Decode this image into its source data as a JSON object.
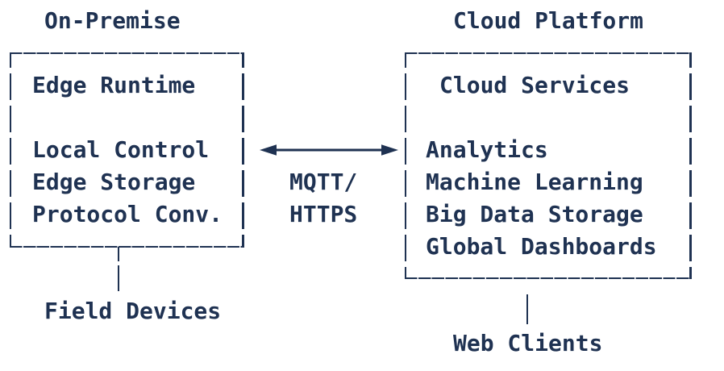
{
  "canvas": {
    "background_color": "#ffffff",
    "ink_color": "#1f3252"
  },
  "on_premise": {
    "title": "On-Premise",
    "box": {
      "heading": "Edge Runtime",
      "items": [
        "Local Control",
        "Edge Storage",
        "Protocol Conv."
      ]
    },
    "attached_label": "Field Devices"
  },
  "cloud_platform": {
    "title": "Cloud Platform",
    "box": {
      "heading": "Cloud Services",
      "items": [
        "Analytics",
        "Machine Learning",
        "Big Data Storage",
        "Global Dashboards"
      ]
    },
    "attached_label": "Web Clients"
  },
  "connection": {
    "protocol_line1": "MQTT/",
    "protocol_line2": "HTTPS"
  }
}
